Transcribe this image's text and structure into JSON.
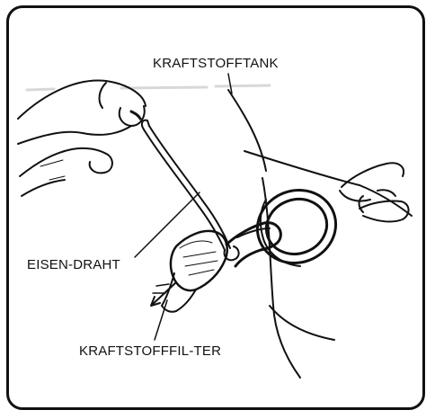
{
  "labels": {
    "fuel_tank": "KRAFTSTOFFTANK",
    "iron_wire": "EISEN-DRAHT",
    "fuel_filter": "KRAFTSTOFFFIL-TER"
  },
  "colors": {
    "ink": "#111111",
    "background": "#ffffff"
  }
}
